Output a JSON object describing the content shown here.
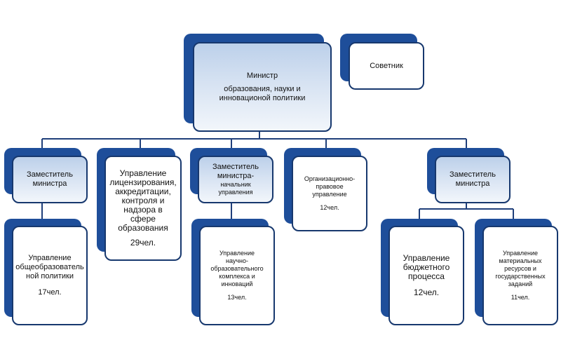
{
  "minister": {
    "line1": "Министр",
    "line2": "образования, науки и",
    "line3": "инновационой политики"
  },
  "advisor": {
    "label": "Советник"
  },
  "deputy1": {
    "line1": "Заместитель",
    "line2": "министра"
  },
  "dept_general": {
    "lines": [
      "Управление",
      "общеобразователь",
      "ной политики"
    ],
    "count": "17чел."
  },
  "dept_licensing": {
    "lines": [
      "Управление",
      "лицензирования,",
      "аккредитации,",
      "контроля и",
      "надзора в сфере",
      "образования"
    ],
    "count": "29чел."
  },
  "deputy2": {
    "line1": "Заместитель",
    "line2": "министра-",
    "line3": "начальник управления"
  },
  "dept_science": {
    "lines": [
      "Управление",
      "научно-",
      "образовательного",
      "комплекса и",
      "инноваций"
    ],
    "count": "13чел."
  },
  "dept_legal": {
    "lines": [
      "Организационно-",
      "правовое",
      "управление"
    ],
    "count": "12чел."
  },
  "deputy3": {
    "line1": "Заместитель",
    "line2": "министра"
  },
  "dept_budget": {
    "lines": [
      "Управление",
      "бюджетного",
      "процесса"
    ],
    "count": "12чел."
  },
  "dept_material": {
    "lines": [
      "Управление",
      "материальных",
      "ресурсов и",
      "государственных",
      "заданий"
    ],
    "count": "11чел."
  },
  "colors": {
    "shadow": "#1e4e9a",
    "border": "#17386e",
    "gradient_top": "#bcd0ea",
    "gradient_bottom": "#f2f6fb",
    "connector": "#1f3f7a"
  }
}
